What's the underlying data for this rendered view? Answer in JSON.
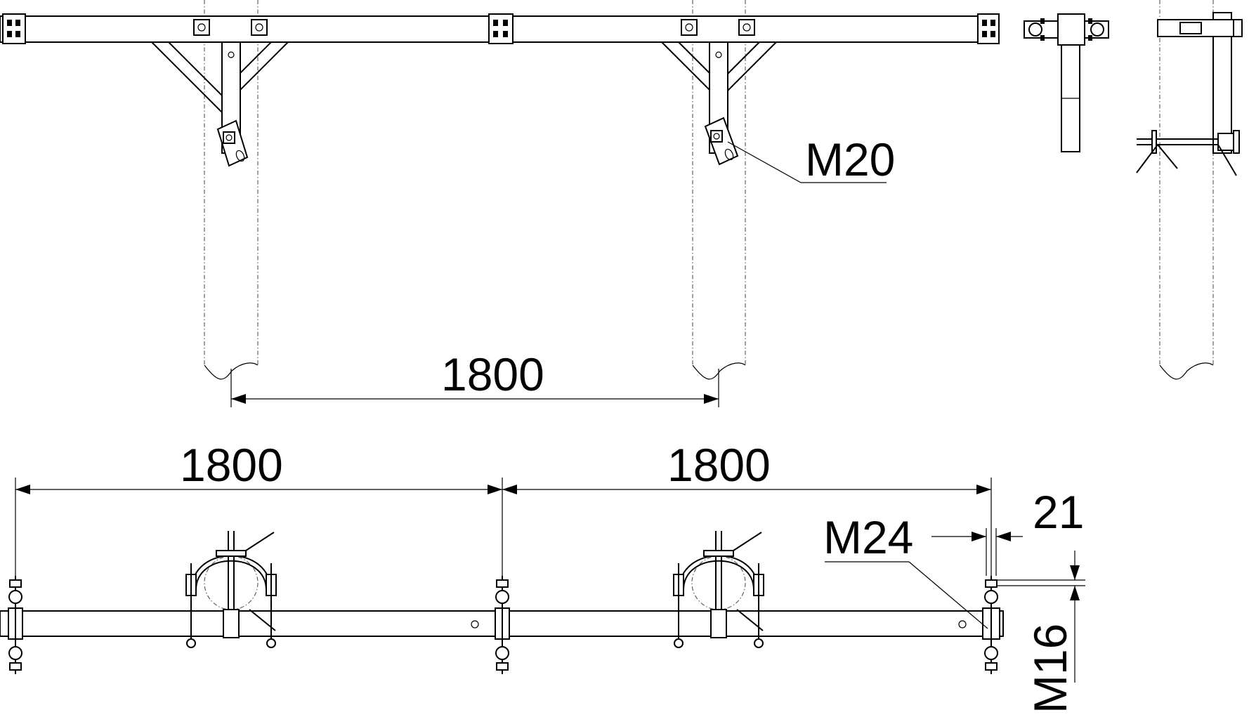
{
  "dimensions": {
    "post_spacing": "1800",
    "bar_span_left": "1800",
    "bar_span_right": "1800",
    "gap": "21",
    "bolt_small": "M16"
  },
  "labels": {
    "clamp_bolt": "M20",
    "joint_bolt": "M24"
  }
}
